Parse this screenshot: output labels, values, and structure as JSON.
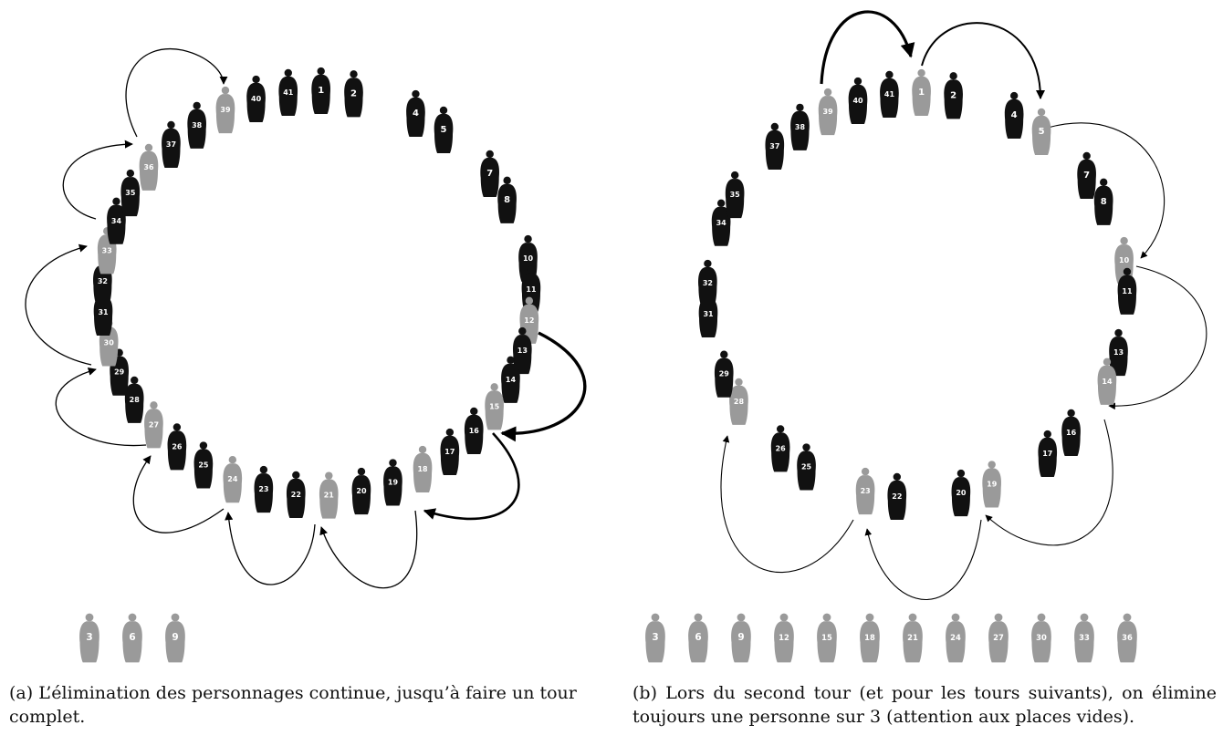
{
  "colors": {
    "alive": "#111111",
    "eliminated": "#9a9a9a",
    "label_on_alive": "#ffffff",
    "label_on_eliminated": "#ffffff",
    "arrow": "#000000"
  },
  "panel_a": {
    "caption": "(a) L’élimination des personnages continue, jusqu’à faire un tour complet.",
    "people": [
      {
        "n": 1,
        "state": "alive"
      },
      {
        "n": 2,
        "state": "alive"
      },
      {
        "n": 4,
        "state": "alive"
      },
      {
        "n": 5,
        "state": "alive"
      },
      {
        "n": 7,
        "state": "alive"
      },
      {
        "n": 8,
        "state": "alive"
      },
      {
        "n": 10,
        "state": "alive"
      },
      {
        "n": 11,
        "state": "alive"
      },
      {
        "n": 12,
        "state": "eliminated"
      },
      {
        "n": 13,
        "state": "alive"
      },
      {
        "n": 14,
        "state": "alive"
      },
      {
        "n": 15,
        "state": "eliminated"
      },
      {
        "n": 16,
        "state": "alive"
      },
      {
        "n": 17,
        "state": "alive"
      },
      {
        "n": 18,
        "state": "eliminated"
      },
      {
        "n": 19,
        "state": "alive"
      },
      {
        "n": 20,
        "state": "alive"
      },
      {
        "n": 21,
        "state": "eliminated"
      },
      {
        "n": 22,
        "state": "alive"
      },
      {
        "n": 23,
        "state": "alive"
      },
      {
        "n": 24,
        "state": "eliminated"
      },
      {
        "n": 25,
        "state": "alive"
      },
      {
        "n": 26,
        "state": "alive"
      },
      {
        "n": 27,
        "state": "eliminated"
      },
      {
        "n": 28,
        "state": "alive"
      },
      {
        "n": 29,
        "state": "alive"
      },
      {
        "n": 30,
        "state": "eliminated"
      },
      {
        "n": 31,
        "state": "alive"
      },
      {
        "n": 32,
        "state": "alive"
      },
      {
        "n": 33,
        "state": "eliminated"
      },
      {
        "n": 34,
        "state": "alive"
      },
      {
        "n": 35,
        "state": "alive"
      },
      {
        "n": 36,
        "state": "eliminated"
      },
      {
        "n": 37,
        "state": "alive"
      },
      {
        "n": 38,
        "state": "alive"
      },
      {
        "n": 39,
        "state": "eliminated"
      },
      {
        "n": 40,
        "state": "alive"
      },
      {
        "n": 41,
        "state": "alive"
      }
    ],
    "removed": [
      3,
      6,
      9
    ]
  },
  "panel_b": {
    "caption": "(b) Lors du second tour (et pour les tours suivants), on élimine toujours une personne sur 3 (attention aux places vides).",
    "people": [
      {
        "n": 1,
        "state": "eliminated"
      },
      {
        "n": 2,
        "state": "alive"
      },
      {
        "n": 4,
        "state": "alive"
      },
      {
        "n": 5,
        "state": "eliminated"
      },
      {
        "n": 7,
        "state": "alive"
      },
      {
        "n": 8,
        "state": "alive"
      },
      {
        "n": 10,
        "state": "eliminated"
      },
      {
        "n": 11,
        "state": "alive"
      },
      {
        "n": 13,
        "state": "alive"
      },
      {
        "n": 14,
        "state": "eliminated"
      },
      {
        "n": 16,
        "state": "alive"
      },
      {
        "n": 17,
        "state": "alive"
      },
      {
        "n": 19,
        "state": "eliminated"
      },
      {
        "n": 20,
        "state": "alive"
      },
      {
        "n": 22,
        "state": "alive"
      },
      {
        "n": 23,
        "state": "eliminated"
      },
      {
        "n": 25,
        "state": "alive"
      },
      {
        "n": 26,
        "state": "alive"
      },
      {
        "n": 28,
        "state": "eliminated"
      },
      {
        "n": 29,
        "state": "alive"
      },
      {
        "n": 31,
        "state": "alive"
      },
      {
        "n": 32,
        "state": "alive"
      },
      {
        "n": 34,
        "state": "alive"
      },
      {
        "n": 35,
        "state": "alive"
      },
      {
        "n": 37,
        "state": "alive"
      },
      {
        "n": 38,
        "state": "alive"
      },
      {
        "n": 39,
        "state": "eliminated"
      },
      {
        "n": 40,
        "state": "alive"
      },
      {
        "n": 41,
        "state": "alive"
      }
    ],
    "removed": [
      3,
      6,
      9,
      12,
      15,
      18,
      21,
      24,
      27,
      30,
      33,
      36
    ]
  }
}
